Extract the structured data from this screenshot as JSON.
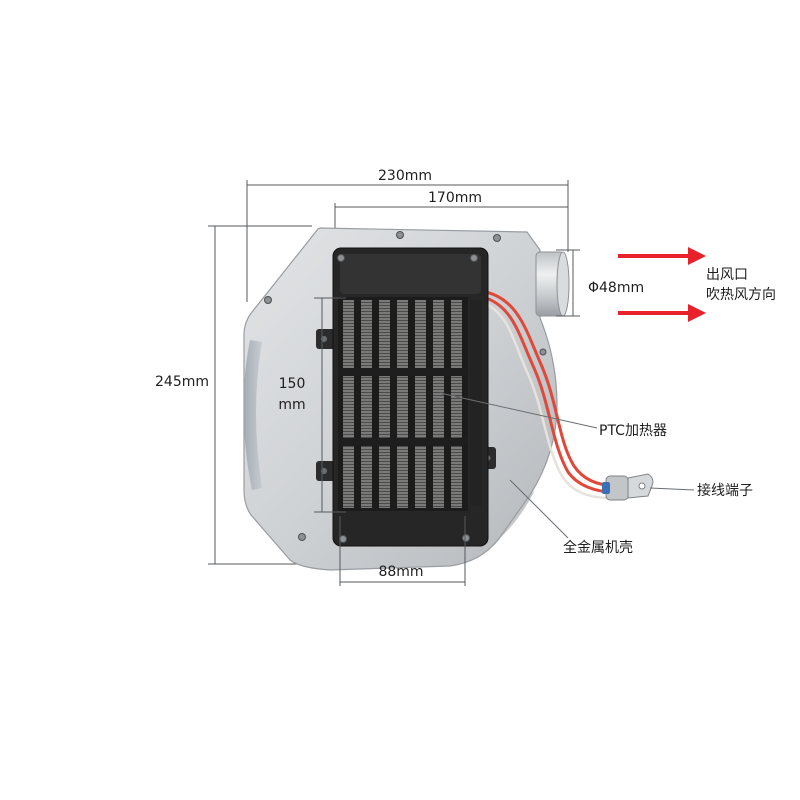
{
  "dimensions": {
    "total_width": "230mm",
    "heater_to_outlet_width": "170mm",
    "outlet_diameter": "Φ48mm",
    "total_height": "245mm",
    "heater_height_value": "150",
    "heater_height_unit": "mm",
    "heater_width": "88mm"
  },
  "callouts": {
    "outlet_line1": "出风口",
    "outlet_line2": "吹热风方向",
    "ptc_heater": "PTC加热器",
    "terminal": "接线端子",
    "housing": "全金属机壳"
  },
  "colors": {
    "arrow": "#e8212b",
    "heater_body": "#262626",
    "wire": "#e0483a"
  }
}
